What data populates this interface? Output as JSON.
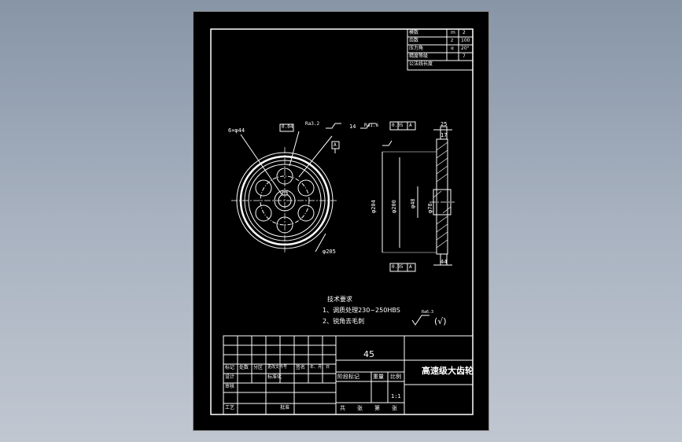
{
  "drawing": {
    "title": "高速级大齿轮",
    "material": "45",
    "scale_label": "比例",
    "scale_value": "1:1",
    "weight_label": "重量",
    "stage_mark_label": "阶段标记",
    "sheet_footer": [
      "共",
      "张",
      "第",
      "张"
    ],
    "tech_req_title": "技术要求",
    "tech_req_lines": [
      "1、调质处理230~250HBS",
      "2、锐角去毛刺"
    ],
    "roughness_general": "Ra6.3",
    "roughness_paren": "(√)",
    "title_block_labels": {
      "mark": "标记",
      "count": "处数",
      "zone": "分区",
      "change_doc": "更改文件号",
      "sign": "签名",
      "date": "年、月、日",
      "design": "设计",
      "check": "审核",
      "process": "工艺",
      "approve": "批准",
      "standardize": "标准化"
    },
    "gear_params": [
      [
        "模数",
        "m",
        "2"
      ],
      [
        "齿数",
        "z",
        "100"
      ],
      [
        "压力角",
        "α",
        "20°"
      ],
      [
        "精度等级",
        "",
        "7"
      ],
      [
        "公法线长度",
        "",
        ""
      ]
    ],
    "dimensions": {
      "holes": "6×φ44",
      "tolerance_0_04": "0.04",
      "datum_a": "A",
      "keyway": "14",
      "face_runout": "0.05",
      "dia_outer": "φ205",
      "dia_tip": "φ204",
      "dia_pitch": "φ200",
      "dia_bore": "φ48",
      "dia_hub": "φ78",
      "hub_len": "44",
      "width": "25",
      "rim": "17",
      "roughness_a": "Ra3.2",
      "roughness_b": "Ra1.6"
    }
  }
}
